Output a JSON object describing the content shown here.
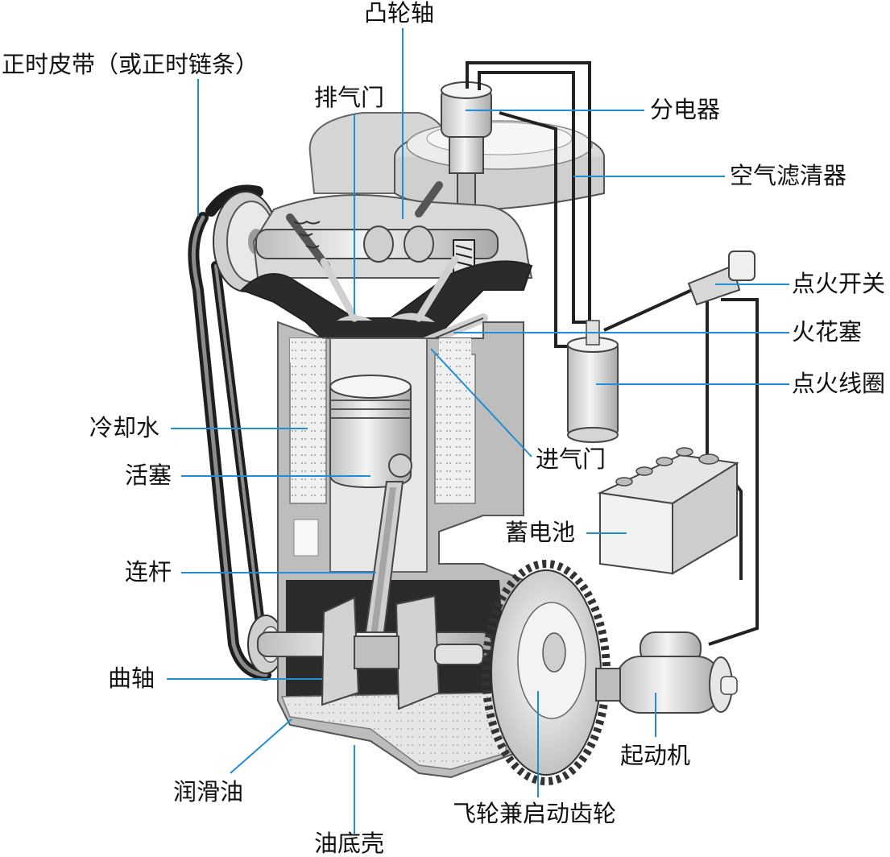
{
  "labels": {
    "timing_belt": "正时皮带（或正时链条）",
    "camshaft": "凸轮轴",
    "exhaust_valve": "排气门",
    "distributor": "分电器",
    "air_filter": "空气滤清器",
    "ignition_switch": "点火开关",
    "spark_plug": "火花塞",
    "ignition_coil": "点火线圈",
    "cooling_water": "冷却水",
    "piston": "活塞",
    "intake_valve": "进气门",
    "battery": "蓄电池",
    "connecting_rod": "连杆",
    "crankshaft": "曲轴",
    "lubricating_oil": "润滑油",
    "oil_pan": "油底壳",
    "flywheel": "飞轮兼启动齿轮",
    "starter": "起动机"
  },
  "colors": {
    "leader_line": "#1e8fd6",
    "metal_dark": "#2b2b2b",
    "metal_mid": "#9a9a9a",
    "metal_light": "#d8d8d8",
    "coolant": "#efefef",
    "oil": "#e4e4e4"
  }
}
